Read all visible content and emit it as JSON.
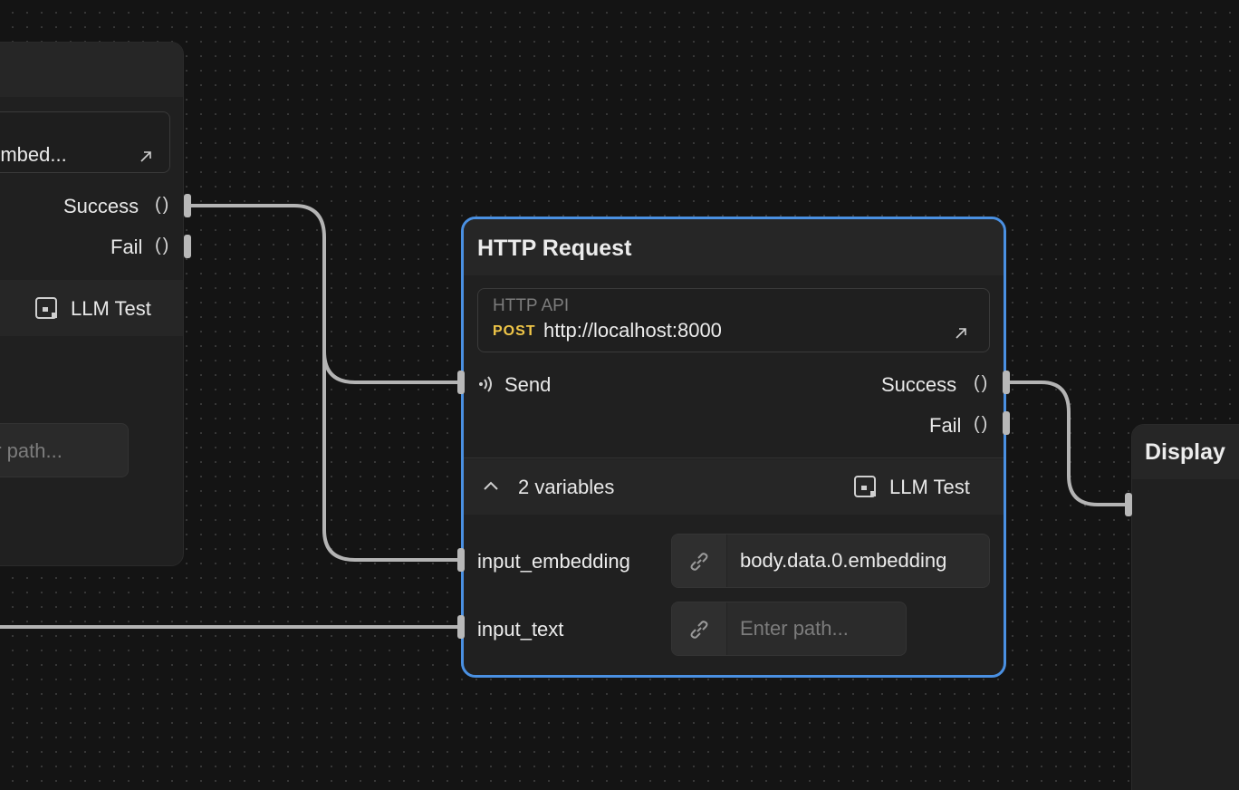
{
  "left_node": {
    "url_fragment": "/embed...",
    "outputs": {
      "success": "Success",
      "fail": "Fail",
      "parens": "()"
    },
    "test_button": "LLM Test",
    "path_placeholder": "er path..."
  },
  "http_node": {
    "title": "HTTP Request",
    "api": {
      "label": "HTTP API",
      "method": "POST",
      "url": "http://localhost:8000"
    },
    "input": {
      "send": "Send"
    },
    "outputs": {
      "success": "Success",
      "fail": "Fail",
      "parens": "()"
    },
    "variables": {
      "toggle_label": "2 variables",
      "test_button": "LLM Test",
      "items": [
        {
          "name": "input_embedding",
          "value": "body.data.0.embedding",
          "placeholder": ""
        },
        {
          "name": "input_text",
          "value": "",
          "placeholder": "Enter path..."
        }
      ]
    }
  },
  "display_node": {
    "title": "Display"
  },
  "colors": {
    "canvas": "#141414",
    "node_bg": "#202020",
    "selected_border": "#4a90e2",
    "method_post": "#f0c648",
    "edge": "#b4b4b4"
  },
  "icons": [
    "arrow-up-right-icon",
    "llm-test-icon",
    "send-signal-icon",
    "chevron-up-icon",
    "link-icon"
  ]
}
